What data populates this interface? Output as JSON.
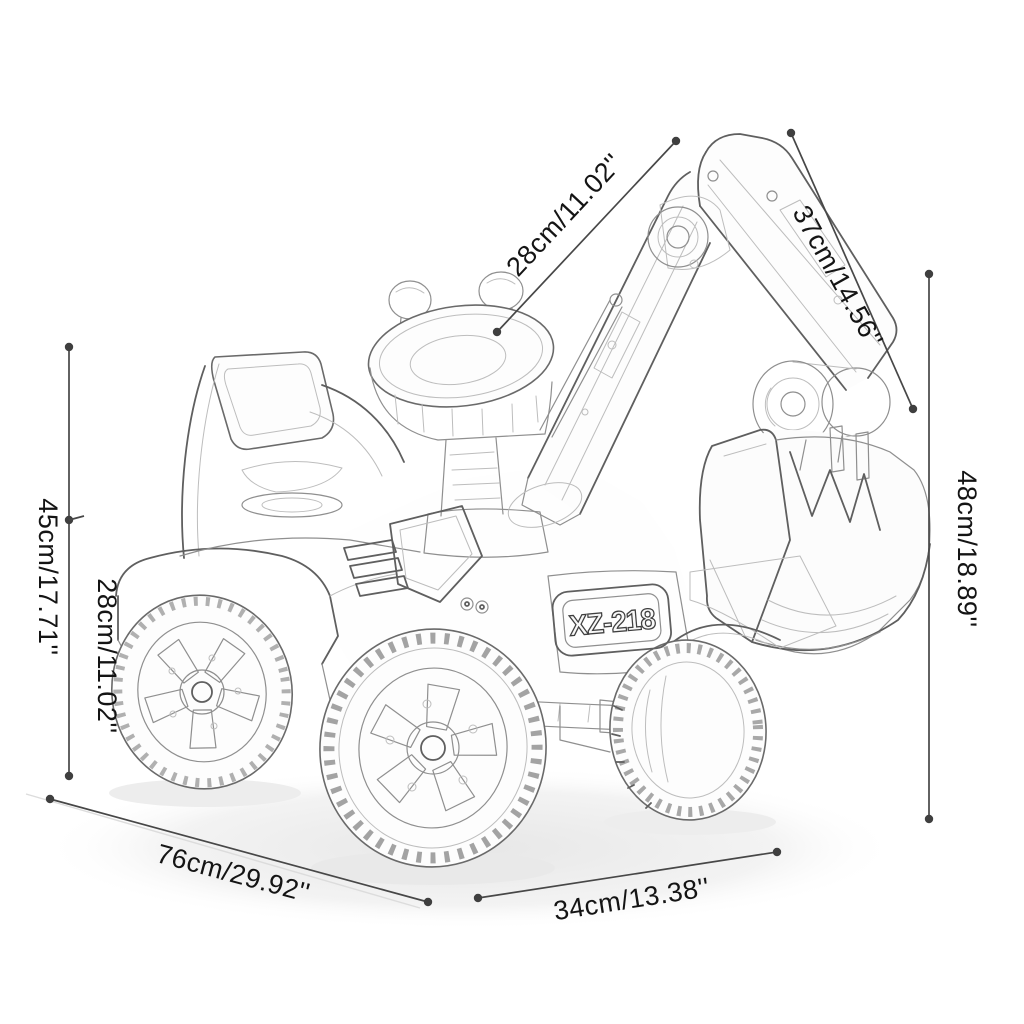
{
  "diagram": {
    "subject": "ride-on toy excavator line drawing with dimensions",
    "product_plate": "XZ-218",
    "style": {
      "background": "#ffffff",
      "dimension_line_color": "#474747",
      "dimension_text_color": "#141414",
      "sketch_line_color": "#8f8f8f"
    },
    "dimensions": {
      "steering_wheel_width": {
        "label": "28cm/11.02''",
        "cm": 28,
        "inches": 11.02
      },
      "boom_length": {
        "label": "37cm/14.56''",
        "cm": 37,
        "inches": 14.56
      },
      "total_height": {
        "label": "45cm/17.71''",
        "cm": 45,
        "inches": 17.71
      },
      "rear_body_height": {
        "label": "28cm/11.02''",
        "cm": 28,
        "inches": 11.02
      },
      "arm_top_height": {
        "label": "48cm/18.89''",
        "cm": 48,
        "inches": 18.89
      },
      "overall_length": {
        "label": "76cm/29.92''",
        "cm": 76,
        "inches": 29.92
      },
      "front_length": {
        "label": "34cm/13.38''",
        "cm": 34,
        "inches": 13.38
      }
    }
  }
}
